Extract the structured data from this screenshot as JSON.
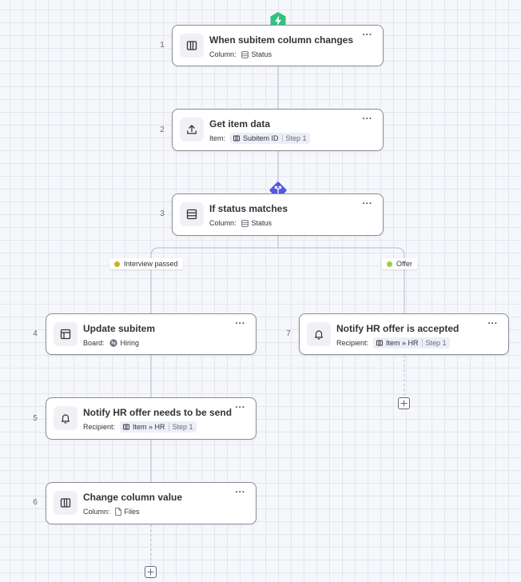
{
  "nodes": [
    {
      "num": "1",
      "title": "When subitem column changes",
      "field": "Column:",
      "value": "Status",
      "icon": "trigger-column-icon"
    },
    {
      "num": "2",
      "title": "Get item data",
      "field": "Item:",
      "chip": "Subitem ID",
      "chip_step": "Step 1",
      "icon": "upload-icon"
    },
    {
      "num": "3",
      "title": "If status matches",
      "field": "Column:",
      "value": "Status",
      "icon": "condition-icon"
    },
    {
      "num": "4",
      "title": "Update subitem",
      "field": "Board:",
      "value": "Hiring",
      "icon": "board-update-icon"
    },
    {
      "num": "5",
      "title": "Notify HR offer needs to be send",
      "field": "Recipient:",
      "chip": "Item » HR",
      "chip_step": "Step 1",
      "icon": "bell-icon"
    },
    {
      "num": "6",
      "title": "Change column value",
      "field": "Column:",
      "value": "Files",
      "icon": "column-icon"
    },
    {
      "num": "7",
      "title": "Notify HR offer is accepted",
      "field": "Recipient:",
      "chip": "Item » HR",
      "chip_step": "Step 1",
      "icon": "bell-icon"
    }
  ],
  "branches": [
    {
      "label": "Interview passed",
      "color": "#c9b320"
    },
    {
      "label": "Offer",
      "color": "#9bd046"
    }
  ],
  "menu_glyph": "···",
  "colors": {
    "trigger": "#33c27f",
    "condition": "#5559df",
    "border": "#8a8d99",
    "line": "#c3c6d4"
  }
}
